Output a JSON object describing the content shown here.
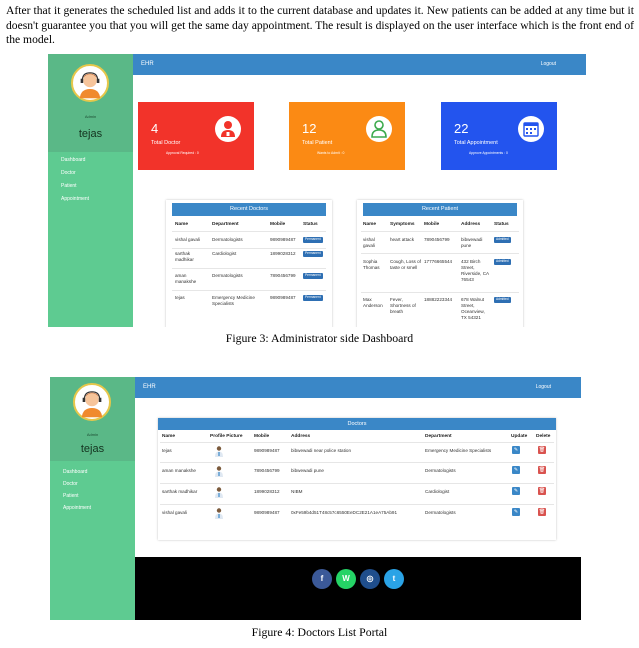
{
  "document": {
    "paragraph": "After that it generates the scheduled list and adds it to the current database and updates it. New patients can be added at any time but it doesn't guarantee you that you will get the same day appointment. The result is displayed on the user interface which is the front end of the model.",
    "figure3_caption": "Figure 3: Administrator side Dashboard",
    "figure4_caption": "Figure 4: Doctors List Portal"
  },
  "app": {
    "brand": "EHR",
    "logout": "Logout",
    "role": "Admin",
    "user": "tejas",
    "nav": [
      "Dashboard",
      "Doctor",
      "Patient",
      "Appointment"
    ]
  },
  "dashboard": {
    "cards": [
      {
        "num": "4",
        "label": "Total Doctor",
        "sub": "Approval Required : 0",
        "color": "#f2332a",
        "icon": "doctor-icon"
      },
      {
        "num": "12",
        "label": "Total Patient",
        "sub": "Wants to Admit : 0",
        "color": "#fb8a14",
        "icon": "patient-icon"
      },
      {
        "num": "22",
        "label": "Total Appointment",
        "sub": "Approve Appointments : 0",
        "color": "#2354ee",
        "icon": "calendar-icon"
      }
    ],
    "recent_doctors": {
      "title": "Recent Doctors",
      "columns": [
        "Name",
        "Department",
        "Mobile",
        "Status"
      ],
      "rows": [
        {
          "name": "vishal gavali",
          "dept": "Dermatologists",
          "mobile": "9890989487",
          "status": "Permanent"
        },
        {
          "name": "sarthak madhikar",
          "dept": "Cardiologist",
          "mobile": "1899028312",
          "status": "Permanent"
        },
        {
          "name": "aman manakshe",
          "dept": "Dermatologists",
          "mobile": "7890456799",
          "status": "Permanent"
        },
        {
          "name": "tejas",
          "dept": "Emergency Medicine Specialists",
          "mobile": "9890989487",
          "status": "Permanent"
        }
      ]
    },
    "recent_patients": {
      "title": "Recent Patient",
      "columns": [
        "Name",
        "Symptoms",
        "Mobile",
        "Address",
        "Status"
      ],
      "rows": [
        {
          "name": "vishal gavali",
          "symptoms": "heart attack",
          "mobile": "7890456799",
          "address": "bibwewadi pune",
          "status": "Admitted"
        },
        {
          "name": "Sophia Thomas",
          "symptoms": "Cough, Loss of taste or smell",
          "mobile": "17776665544",
          "address": "432 Birch Street, Riverside, CA 76543",
          "status": "Admitted"
        },
        {
          "name": "Max Anderson",
          "symptoms": "Fever, Shortness of breath",
          "mobile": "18882223344",
          "address": "678 Walnut Street, Oceanview, TX 54321",
          "status": "Admitted"
        }
      ]
    }
  },
  "doctors_list": {
    "title": "Doctors",
    "columns": [
      "Name",
      "Profile Picture",
      "Mobile",
      "Address",
      "Department",
      "Update",
      "Delete"
    ],
    "rows": [
      {
        "name": "tejas",
        "mobile": "9890989487",
        "address": "bibwewadi near police station",
        "dept": "Emergency Medicine Specialists"
      },
      {
        "name": "aman manakshe",
        "mobile": "7890456799",
        "address": "bibwewadi pune",
        "dept": "Dermatologists"
      },
      {
        "name": "sarthak madhikar",
        "mobile": "1899028312",
        "address": "NIBM",
        "dept": "Cardiologist"
      },
      {
        "name": "vishal gavali",
        "mobile": "9890989487",
        "address": "0xFe59b4d51T48c57c6550EeDC2E21A1eA75Ab91",
        "dept": "Dermatologists"
      }
    ],
    "social": [
      "f",
      "W",
      "◎",
      "t"
    ]
  }
}
